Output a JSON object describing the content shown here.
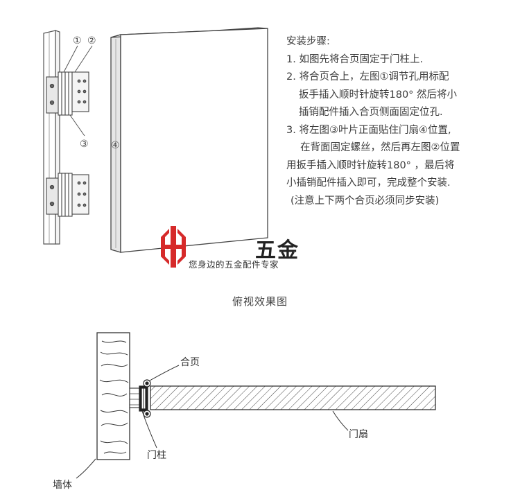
{
  "diagram": {
    "markers": {
      "m1": "①",
      "m2": "②",
      "m3": "③",
      "m4": "④"
    },
    "instructions": {
      "title": "安装步骤:",
      "lines": [
        "1. 如图先将合页固定于门柱上.",
        "2. 将合页合上，左图①调节孔用标配",
        "扳手插入顺时针旋转180°  然后将小",
        "插销配件插入合页侧面固定位孔.",
        "3. 将左图③叶片正面贴住门扇④位置,",
        "在背面固定螺丝，然后再左图②位置",
        "用扳手插入顺时针旋转180° ，最后将",
        "小插销配件插入即可，完成整个安装.",
        "(注意上下两个合页必须同步安装)"
      ]
    },
    "logo": {
      "name": "五金",
      "slogan": "您身边的五金配件专家",
      "color": "#d62a2a"
    },
    "top_view": {
      "title": "俯视效果图",
      "labels": {
        "hinge": "合页",
        "door_leaf": "门扇",
        "door_post": "门柱",
        "wall": "墙体"
      }
    }
  }
}
